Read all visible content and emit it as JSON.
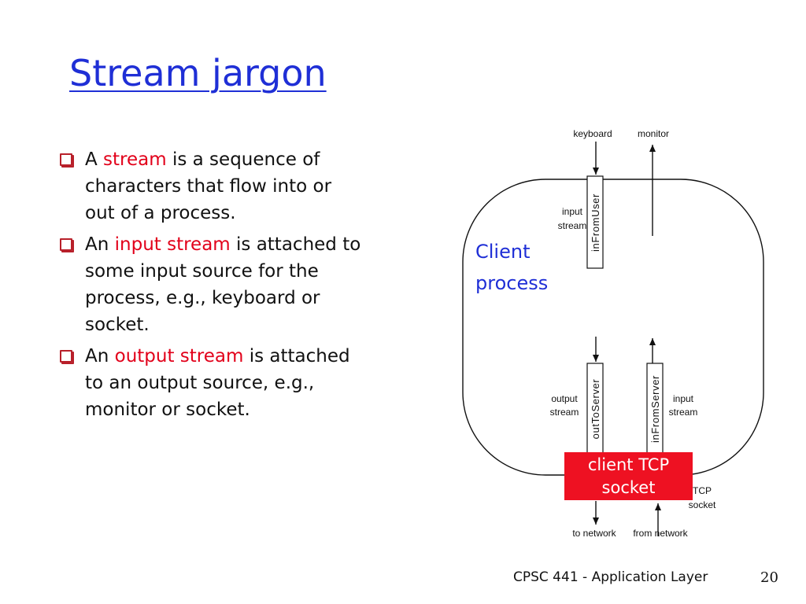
{
  "slide": {
    "title": "Stream jargon",
    "bullets": [
      {
        "pre": "A ",
        "highlight": "stream",
        "post": " is a sequence of characters that flow into or out of a process."
      },
      {
        "pre": "An ",
        "highlight": "input stream",
        "post": " is attached to some input source for the process, e.g., keyboard or socket."
      },
      {
        "pre": "An ",
        "highlight": "output stream",
        "post": " is attached to an output source, e.g., monitor or socket."
      }
    ],
    "footer": "CPSC 441 - Application Layer",
    "page_number": "20"
  },
  "diagram": {
    "keyboard": "keyboard",
    "monitor": "monitor",
    "input_stream_top_1": "input",
    "input_stream_top_2": "stream",
    "inFromUser": "inFromUser",
    "client_process_1": "Client",
    "client_process_2": "process",
    "output_stream_1": "output",
    "output_stream_2": "stream",
    "outToServer": "outToServer",
    "inFromServer": "inFromServer",
    "input_stream_bottom_1": "input",
    "input_stream_bottom_2": "stream",
    "client_tcp_socket_1": "client TCP",
    "client_tcp_socket_2": "socket",
    "tcp_1": "TCP",
    "tcp_2": "socket",
    "to_network": "to network",
    "from_network": "from network",
    "colors": {
      "accent_blue": "#1f2fd6",
      "highlight_red": "#e2001a",
      "socket_red": "#ee1122"
    }
  }
}
